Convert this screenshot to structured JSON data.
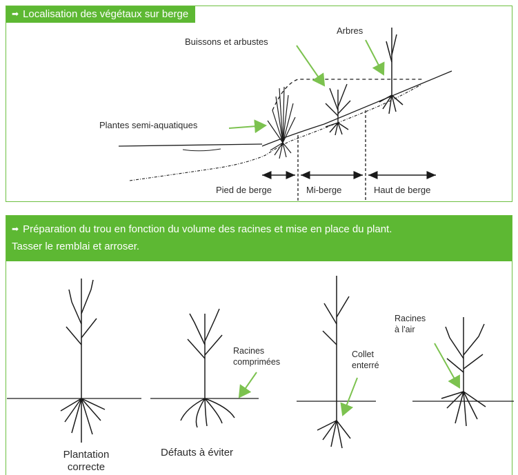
{
  "panel_bank": {
    "header": "Localisation des végétaux sur berge",
    "labels": {
      "trees": "Arbres",
      "shrubs": "Buissons et arbustes",
      "semi_aquatic": "Plantes semi-aquatiques",
      "bank_foot": "Pied de berge",
      "mid_bank": "Mi-berge",
      "bank_top": "Haut de berge"
    }
  },
  "panel_planting": {
    "header_line1": "Préparation du trou en fonction du volume des racines et mise en place du plant.",
    "header_line2": "Tasser le remblai et arroser.",
    "labels": {
      "compressed_roots_1": "Racines",
      "compressed_roots_2": "comprimées",
      "buried_collar_1": "Collet",
      "buried_collar_2": "enterré",
      "air_roots_1": "Racines",
      "air_roots_2": "à l'air",
      "correct_1": "Plantation",
      "correct_2": "correcte",
      "defects": "Défauts à éviter"
    }
  },
  "colors": {
    "accent_green": "#5db833",
    "border_green": "#6cbf3f",
    "pointer_green": "#7cc24f",
    "ink": "#1a1a1a"
  }
}
